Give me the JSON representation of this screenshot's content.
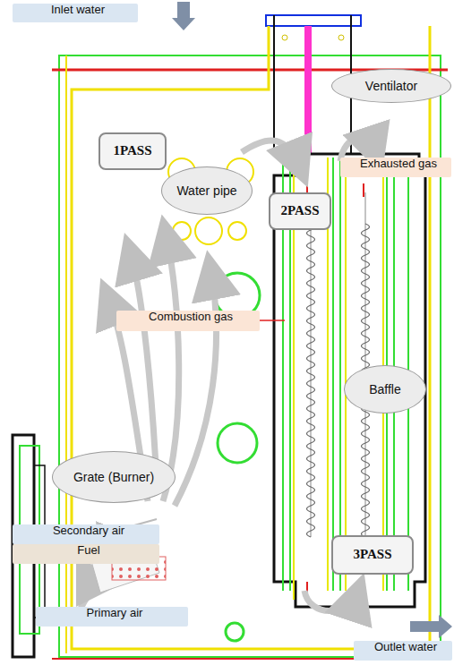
{
  "diagram": {
    "nodes": [
      {
        "text": [
          "Inlet water"
        ]
      },
      {
        "text": [
          "Ventilator"
        ]
      },
      {
        "text": [
          "1PASS"
        ]
      },
      {
        "text": [
          "Exhausted gas"
        ]
      },
      {
        "text": [
          "Water pipe"
        ]
      },
      {
        "text": [
          "2PASS"
        ]
      },
      {
        "text": [
          "Combustion gas"
        ]
      },
      {
        "text": [
          "Baffle"
        ]
      },
      {
        "text": [
          "Grate (Burner)"
        ]
      },
      {
        "text": [
          "Secondary air"
        ]
      },
      {
        "text": [
          "Fuel"
        ]
      },
      {
        "text": [
          "3PASS"
        ]
      },
      {
        "text": [
          "Primary air"
        ]
      },
      {
        "text": [
          "Outlet water"
        ]
      }
    ]
  }
}
